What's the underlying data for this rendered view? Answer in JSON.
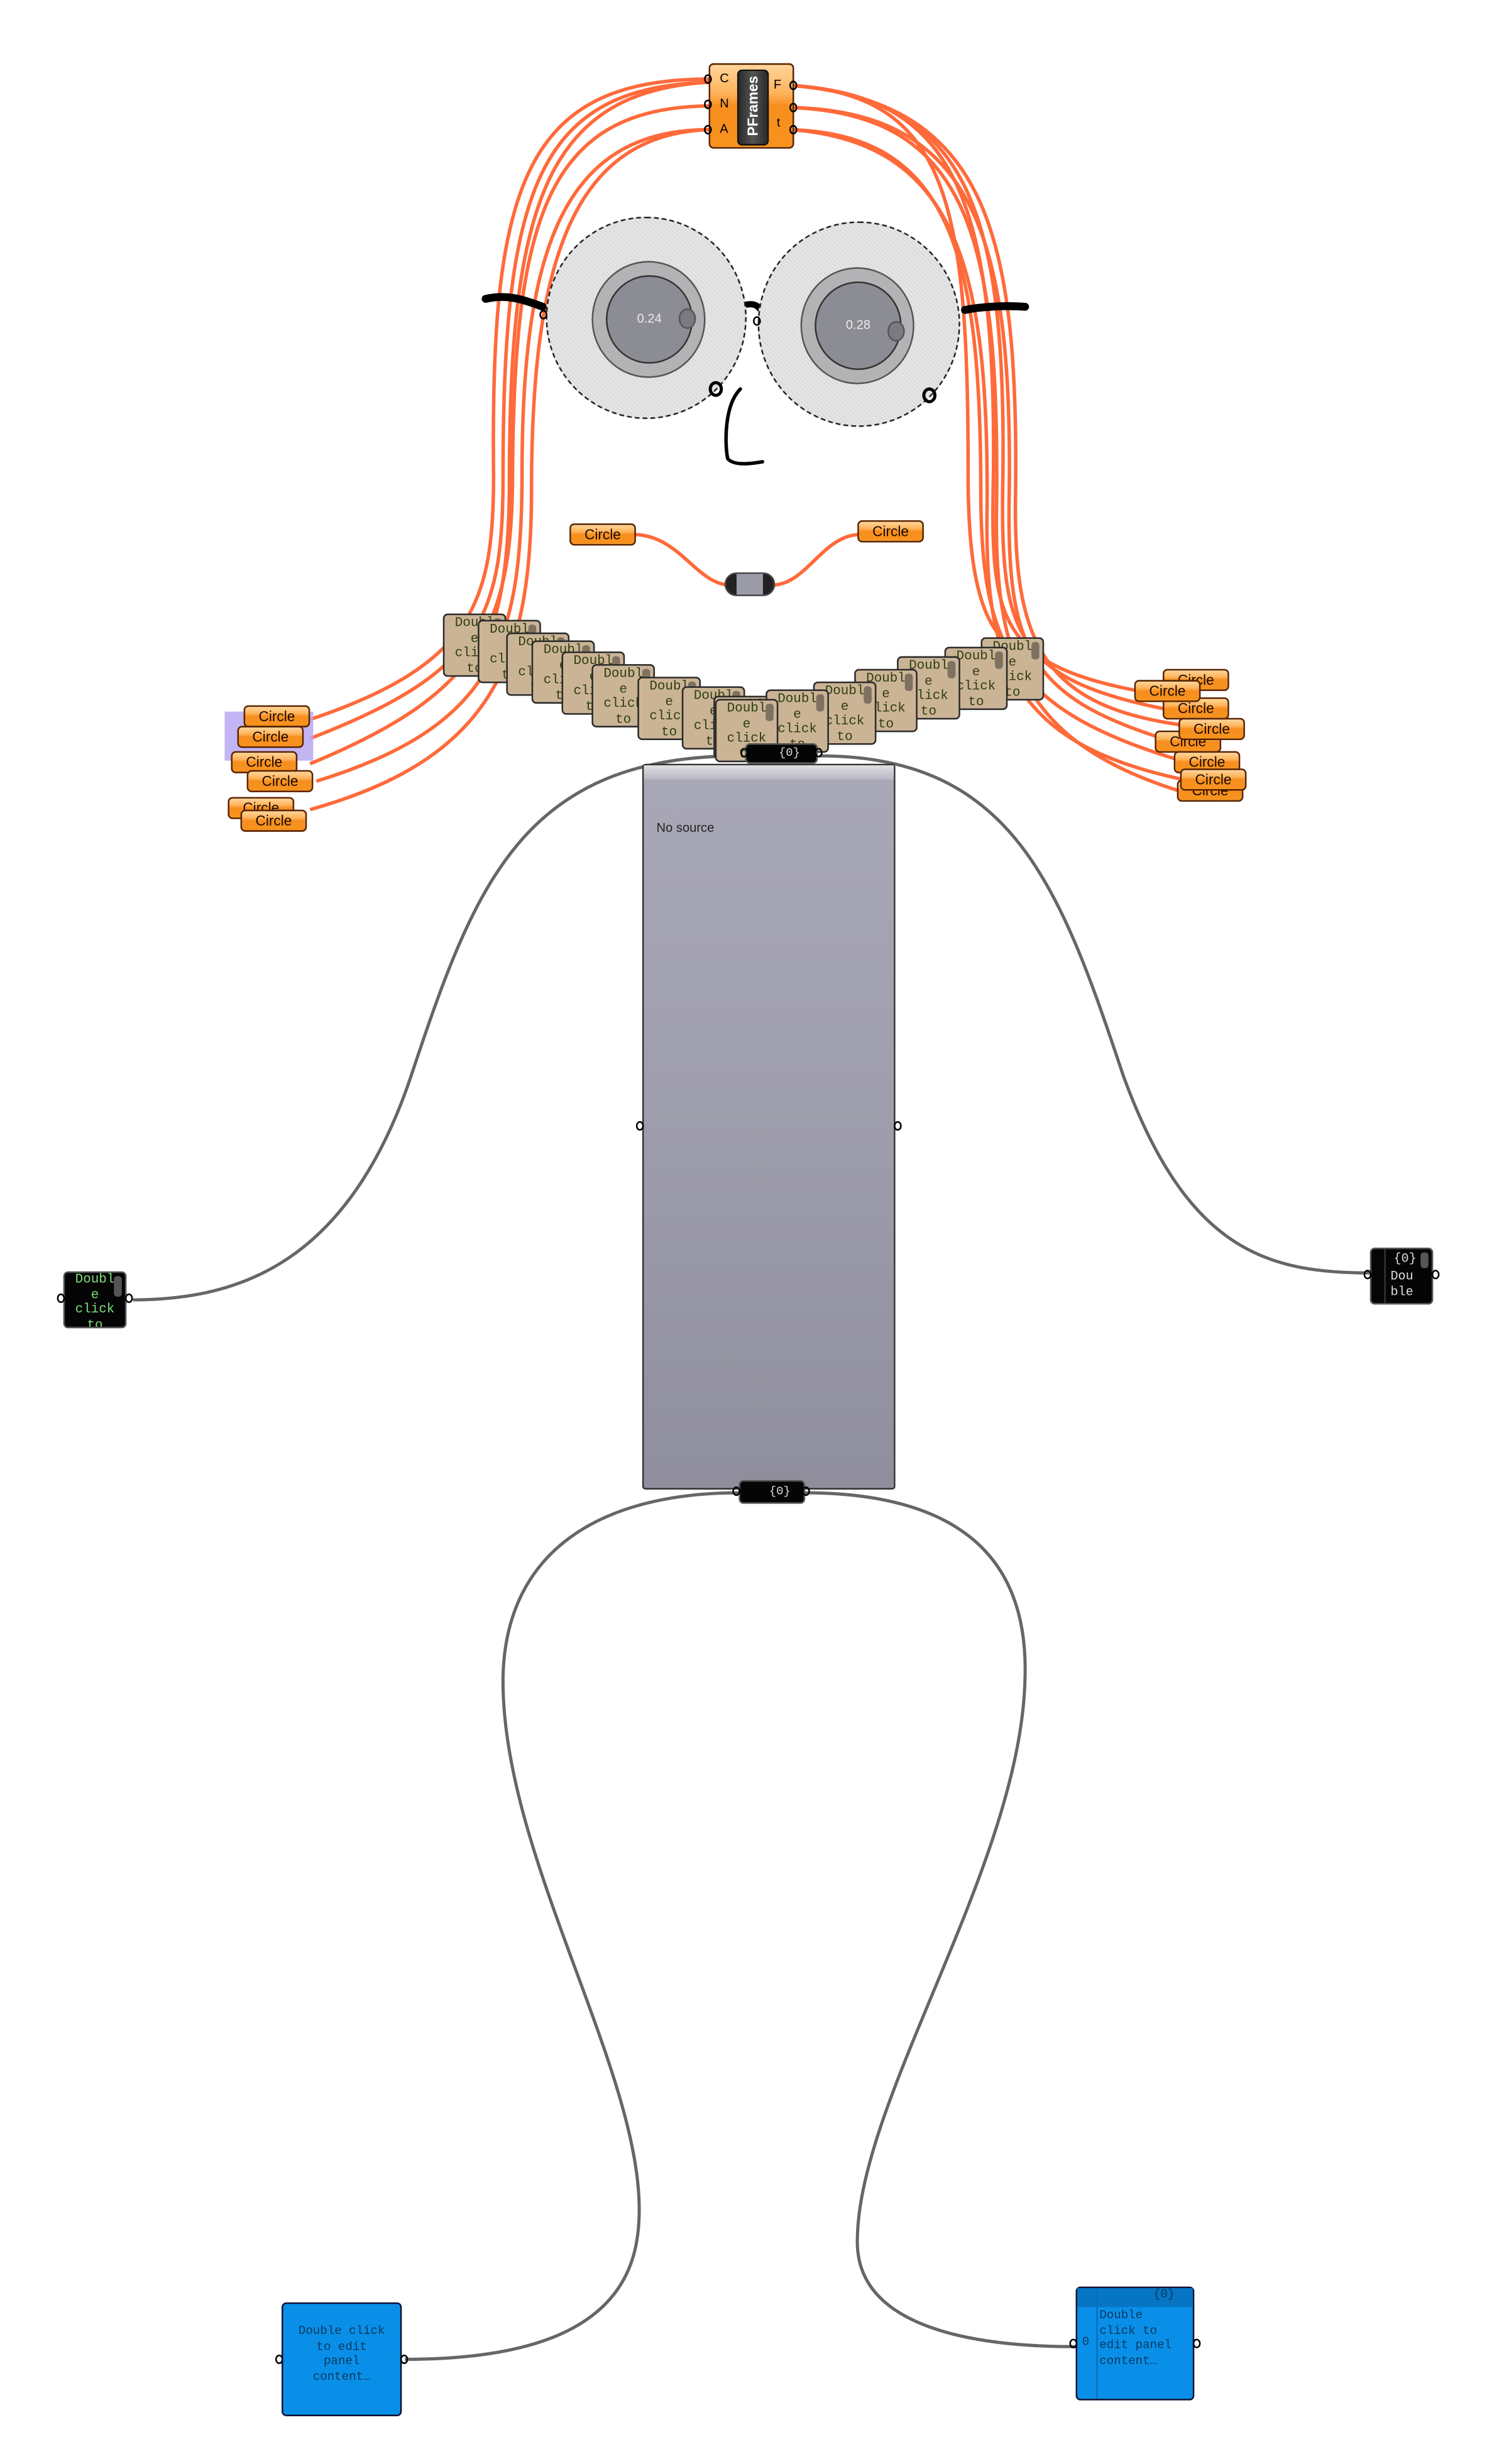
{
  "canvas": {
    "background": "#ffffff",
    "wire_color_orange": "#ff6a3a",
    "wire_color_grey": "#666666"
  },
  "pframes": {
    "title": "PFrames",
    "inputs": [
      "C",
      "N",
      "A"
    ],
    "outputs": [
      "F",
      "t"
    ]
  },
  "knobs": [
    {
      "value": "0.24"
    },
    {
      "value": "0.28"
    }
  ],
  "circle_label": "Circle",
  "tan_panel_text": "Doubl\ne\nclick\nto",
  "main_panel": {
    "text": "No source"
  },
  "data_tag": "{0}",
  "left_arm_panel": {
    "text": "Doubl\ne\nclick\nto"
  },
  "right_arm_panel": {
    "header": "{0}",
    "text": "Dou\nble"
  },
  "left_foot_panel": {
    "text": "Double click\nto edit\npanel\ncontent…"
  },
  "right_foot_panel": {
    "header": "{0}",
    "index": "0",
    "text": "Double\nclick to\nedit panel\ncontent…"
  }
}
